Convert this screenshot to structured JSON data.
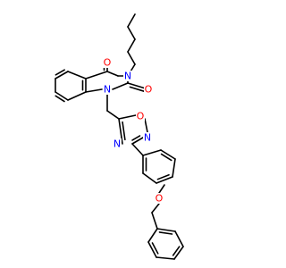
{
  "molecule": {
    "atoms": [
      {
        "id": "o_top",
        "symbol": "O",
        "color": "#ff0000"
      },
      {
        "id": "n3",
        "symbol": "N",
        "color": "#0000ff"
      },
      {
        "id": "o_c2",
        "symbol": "O",
        "color": "#ff0000"
      },
      {
        "id": "n1",
        "symbol": "N",
        "color": "#0000ff"
      },
      {
        "id": "o_ring",
        "symbol": "O",
        "color": "#ff0000"
      },
      {
        "id": "n_left",
        "symbol": "N",
        "color": "#0000ff"
      },
      {
        "id": "n_right",
        "symbol": "N",
        "color": "#0000ff"
      },
      {
        "id": "o_ether",
        "symbol": "O",
        "color": "#ff0000"
      }
    ]
  }
}
